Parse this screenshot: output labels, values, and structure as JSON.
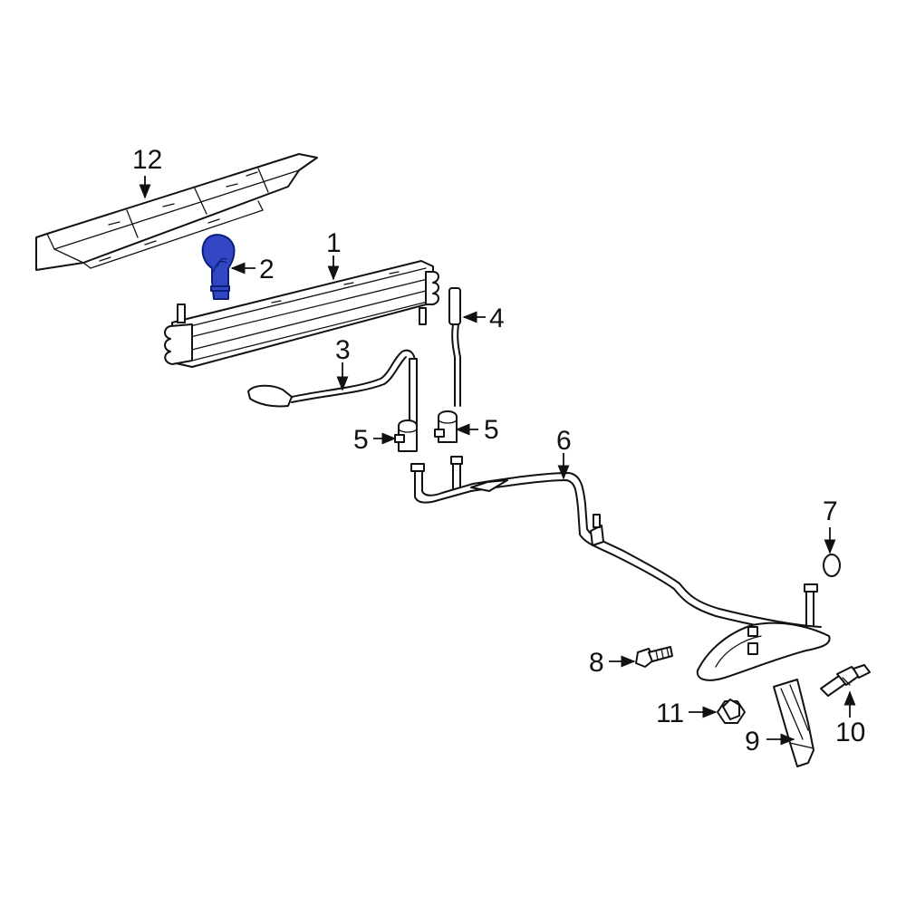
{
  "colors": {
    "background": "#ffffff",
    "line": "#111111",
    "highlight": "#3346c4"
  },
  "highlighted_part": "2",
  "callouts": {
    "c1": "1",
    "c2": "2",
    "c3": "3",
    "c4": "4",
    "c5a": "5",
    "c5b": "5",
    "c6": "6",
    "c7": "7",
    "c8": "8",
    "c9": "9",
    "c10": "10",
    "c11": "11",
    "c12": "12"
  }
}
